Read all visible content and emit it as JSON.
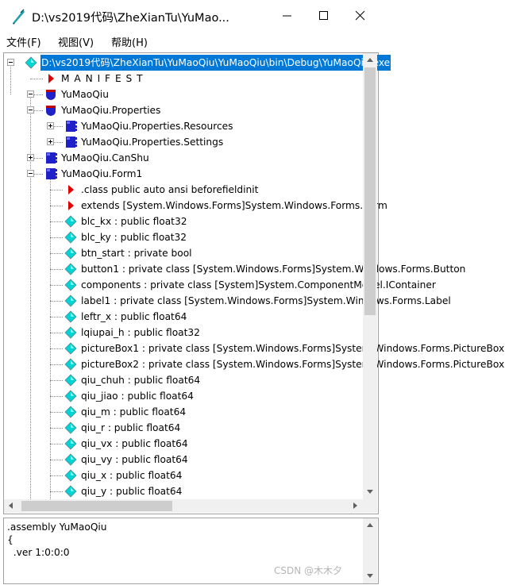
{
  "window": {
    "title": "D:\\vs2019代码\\ZheXianTu\\YuMao...",
    "minimize_icon": "minimize-icon",
    "maximize_icon": "maximize-icon",
    "close_icon": "close-icon"
  },
  "menu": {
    "items": [
      {
        "label": "文件(F)"
      },
      {
        "label": "视图(V)"
      },
      {
        "label": "帮助(H)"
      }
    ]
  },
  "tree": {
    "nodes": [
      {
        "label": "D:\\vs2019代码\\ZheXianTu\\YuMaoQiu\\YuMaoQiu\\bin\\Debug\\YuMaoQiu.exe",
        "icon": "assembly-diamond-icon",
        "selected": true
      },
      {
        "label": "M A N I F E S T",
        "icon": "manifest-triangle-icon"
      },
      {
        "label": "YuMaoQiu",
        "icon": "namespace-shield-icon"
      },
      {
        "label": "YuMaoQiu.Properties",
        "icon": "namespace-shield-icon"
      },
      {
        "label": "YuMaoQiu.Properties.Resources",
        "icon": "class-icon"
      },
      {
        "label": "YuMaoQiu.Properties.Settings",
        "icon": "class-icon"
      },
      {
        "label": "YuMaoQiu.CanShu",
        "icon": "class-icon"
      },
      {
        "label": "YuMaoQiu.Form1",
        "icon": "class-icon"
      },
      {
        "label": ".class public auto ansi beforefieldinit",
        "icon": "class-info-triangle-icon"
      },
      {
        "label": "extends [System.Windows.Forms]System.Windows.Forms.Form",
        "icon": "class-info-triangle-icon"
      },
      {
        "label": "blc_kx : public float32",
        "icon": "field-diamond-icon"
      },
      {
        "label": "blc_ky : public float32",
        "icon": "field-diamond-icon"
      },
      {
        "label": "btn_start : private bool",
        "icon": "field-diamond-icon"
      },
      {
        "label": "button1 : private class [System.Windows.Forms]System.Windows.Forms.Button",
        "icon": "field-diamond-icon"
      },
      {
        "label": "components : private class [System]System.ComponentModel.IContainer",
        "icon": "field-diamond-icon"
      },
      {
        "label": "label1 : private class [System.Windows.Forms]System.Windows.Forms.Label",
        "icon": "field-diamond-icon"
      },
      {
        "label": "leftr_x : public float64",
        "icon": "field-diamond-icon"
      },
      {
        "label": "lqiupai_h : public float32",
        "icon": "field-diamond-icon"
      },
      {
        "label": "pictureBox1 : private class [System.Windows.Forms]System.Windows.Forms.PictureBox",
        "icon": "field-diamond-icon"
      },
      {
        "label": "pictureBox2 : private class [System.Windows.Forms]System.Windows.Forms.PictureBox",
        "icon": "field-diamond-icon"
      },
      {
        "label": "qiu_chuh : public float64",
        "icon": "field-diamond-icon"
      },
      {
        "label": "qiu_jiao : public float64",
        "icon": "field-diamond-icon"
      },
      {
        "label": "qiu_m : public float64",
        "icon": "field-diamond-icon"
      },
      {
        "label": "qiu_r : public float64",
        "icon": "field-diamond-icon"
      },
      {
        "label": "qiu_vx : public float64",
        "icon": "field-diamond-icon"
      },
      {
        "label": "qiu_vy : public float64",
        "icon": "field-diamond-icon"
      },
      {
        "label": "qiu_x : public float64",
        "icon": "field-diamond-icon"
      },
      {
        "label": "qiu_y : public float64",
        "icon": "field-diamond-icon"
      }
    ]
  },
  "disassembly": {
    "lines": [
      ".assembly YuMaoQiu",
      "{",
      "  .ver 1:0:0:0"
    ]
  },
  "watermark": "CSDN @木木夕",
  "colors": {
    "accent": "#0078d7",
    "diamond": "#00d5d5",
    "shield": "#2020c8",
    "triangle": "#e00000"
  }
}
